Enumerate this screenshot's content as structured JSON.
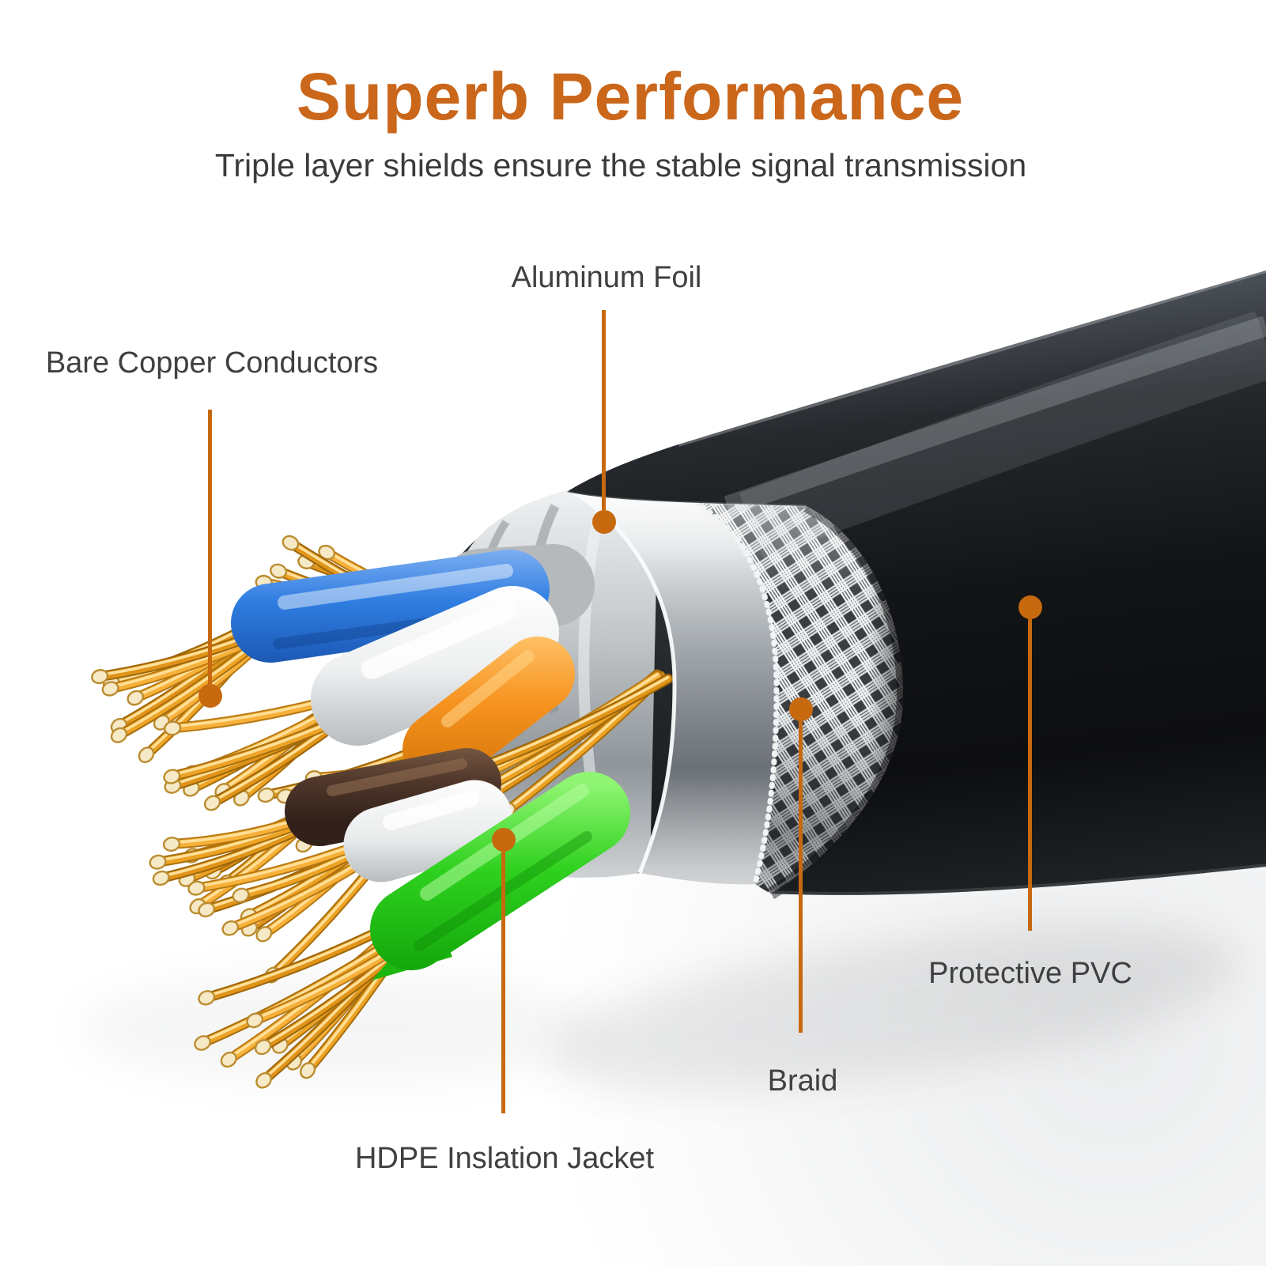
{
  "header": {
    "title": "Superb Performance",
    "subtitle": "Triple layer shields ensure the stable signal transmission"
  },
  "callouts": [
    {
      "id": "bare-copper-conductors",
      "label": "Bare Copper Conductors"
    },
    {
      "id": "aluminum-foil",
      "label": "Aluminum Foil"
    },
    {
      "id": "braid",
      "label": "Braid"
    },
    {
      "id": "protective-pvc",
      "label": "Protective PVC"
    },
    {
      "id": "hdpe-inslation-jacket",
      "label": "HDPE Inslation Jacket"
    }
  ],
  "palette": {
    "title_orange": "#CA671B",
    "callout_accent": "#C7690F",
    "label_text": "#3E4042",
    "subtitle_text": "#3A3B3D",
    "jacket_black": "#16181B",
    "braid_silver": "#D8DBDD",
    "foil_silver": "#D9DCDE",
    "copper": "#E2A42E",
    "wire_blue": "#2F7DE1",
    "wire_orange": "#F6921E",
    "wire_green": "#2FD11F",
    "wire_brown": "#54392A",
    "wire_white": "#F4F5F6"
  }
}
